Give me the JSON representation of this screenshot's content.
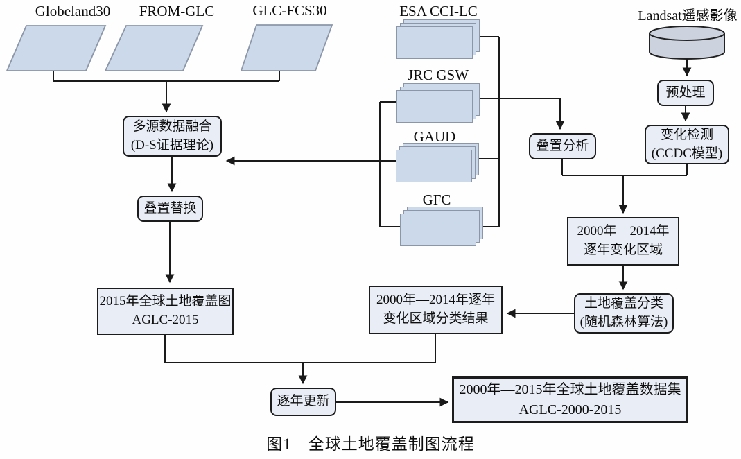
{
  "figure": {
    "caption": "图1　全球土地覆盖制图流程"
  },
  "nodes": {
    "globeland30": {
      "label": "Globeland30",
      "shape": "parallelogram"
    },
    "from_glc": {
      "label": "FROM-GLC",
      "shape": "parallelogram"
    },
    "glc_fcs30": {
      "label": "GLC-FCS30",
      "shape": "parallelogram"
    },
    "esa_cci_lc": {
      "label": "ESA CCI-LC",
      "shape": "layer-stack"
    },
    "jrc_gsw": {
      "label": "JRC GSW",
      "shape": "layer-stack"
    },
    "gaud": {
      "label": "GAUD",
      "shape": "layer-stack"
    },
    "gfc": {
      "label": "GFC",
      "shape": "layer-stack"
    },
    "landsat": {
      "label": "Landsat遥感影像",
      "shape": "database-cylinder"
    },
    "fusion": {
      "line1": "多源数据融合",
      "line2": "(D-S证据理论)"
    },
    "overlay_replace": {
      "label": "叠置替换"
    },
    "overlay_analysis": {
      "label": "叠置分析"
    },
    "preprocess": {
      "label": "预处理"
    },
    "change_detect": {
      "line1": "变化检测",
      "line2": "(CCDC模型)"
    },
    "change_area": {
      "line1": "2000年—2014年",
      "line2": "逐年变化区域"
    },
    "lc_classify": {
      "line1": "土地覆盖分类",
      "line2": "(随机森林算法)"
    },
    "aglc2015": {
      "line1": "2015年全球土地覆盖图",
      "line2": "AGLC-2015"
    },
    "classify_result": {
      "line1": "2000年—2014年逐年",
      "line2": "变化区域分类结果"
    },
    "yearly_update": {
      "label": "逐年更新"
    },
    "aglc_dataset": {
      "line1": "2000年—2015年全球土地覆盖数据集",
      "line2": "AGLC-2000-2015"
    }
  },
  "colors": {
    "data_shape_fill": "#ccd9ea",
    "data_shape_stroke": "#8b97a9",
    "cylinder_fill": "#ccd3de",
    "process_box_fill": "#e9eef6",
    "box_stroke": "#1c1c1c",
    "connector": "#1a1a1a",
    "text": "#0d0d0d",
    "background": "#fefefe"
  }
}
